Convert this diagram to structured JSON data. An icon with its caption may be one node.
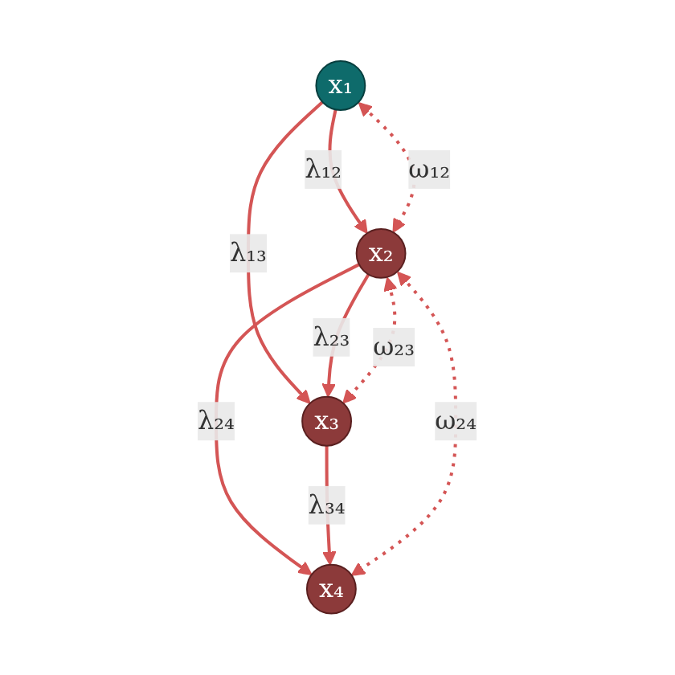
{
  "diagram": {
    "nodes": [
      {
        "text": [
          "x₁"
        ]
      },
      {
        "text": [
          "x₂"
        ]
      },
      {
        "text": [
          "x₃"
        ]
      },
      {
        "text": [
          "x₄"
        ]
      }
    ],
    "edges": [
      {
        "from": 0,
        "to": 1,
        "arrow": "to",
        "label": "λ₁₂"
      },
      {
        "from": 0,
        "to": 2,
        "arrow": "to",
        "label": "λ₁₃"
      },
      {
        "from": 1,
        "to": 2,
        "arrow": "to",
        "label": "λ₂₃"
      },
      {
        "from": 1,
        "to": 3,
        "arrow": "to",
        "label": "λ₂₄"
      },
      {
        "from": 2,
        "to": 3,
        "arrow": "to",
        "label": "λ₃₄"
      },
      {
        "from": 0,
        "to": 1,
        "arrow": "both",
        "label": "ω₁₂",
        "style": "dashed"
      },
      {
        "from": 1,
        "to": 2,
        "arrow": "both",
        "label": "ω₂₃",
        "style": "dashed"
      },
      {
        "from": 1,
        "to": 3,
        "arrow": "both",
        "label": "ω₂₄",
        "style": "dashed"
      }
    ]
  }
}
